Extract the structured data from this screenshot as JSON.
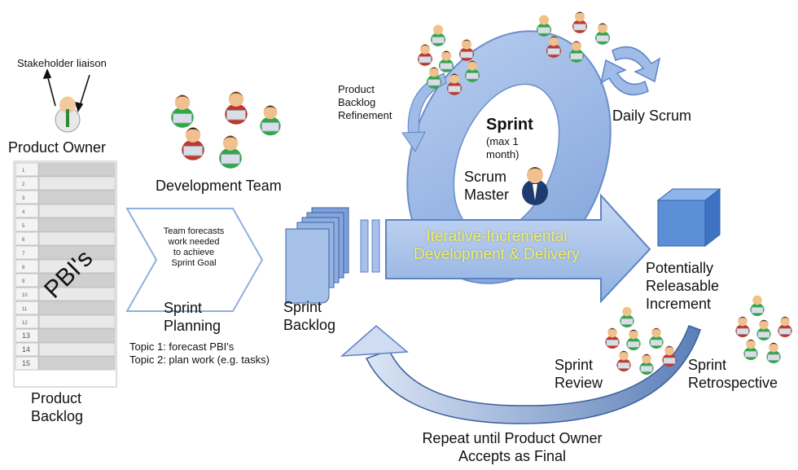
{
  "labels": {
    "stakeholder": "Stakeholder liaison",
    "product_owner": "Product Owner",
    "development_team": "Development Team",
    "pbis": "PBI's",
    "product_backlog": "Product\nBacklog",
    "chevron_text": "Team forecasts\nwork needed\nto achieve\nSprint Goal",
    "sprint_planning": "Sprint\nPlanning",
    "topic1": "Topic 1: forecast PBI's",
    "topic2": "Topic 2: plan work (e.g. tasks)",
    "sprint_backlog": "Sprint\nBacklog",
    "refinement": "Product\nBacklog\nRefinement",
    "sprint_title": "Sprint",
    "sprint_sub": "(max 1\nmonth)",
    "scrum_master": "Scrum\nMaster",
    "daily_scrum": "Daily Scrum",
    "arrow_text": "Iterative-Incremental\nDevelopment & Delivery",
    "increment": "Potentially\nReleasable\nIncrement",
    "sprint_review": "Sprint\nReview",
    "sprint_retro": "Sprint\nRetrospective",
    "repeat": "Repeat until Product Owner\nAccepts as Final"
  },
  "backlog_rows": [
    "1",
    "2",
    "3",
    "4",
    "5",
    "6",
    "7",
    "8",
    "9",
    "10",
    "11",
    "12",
    "13",
    "14",
    "15"
  ],
  "colors": {
    "cycle_blue": "#8fb0e0",
    "arrow_blue": "#a7c0ea",
    "cube_blue": "#5b8fd6",
    "person_green": "#2fa84a",
    "person_red": "#c0392b"
  }
}
